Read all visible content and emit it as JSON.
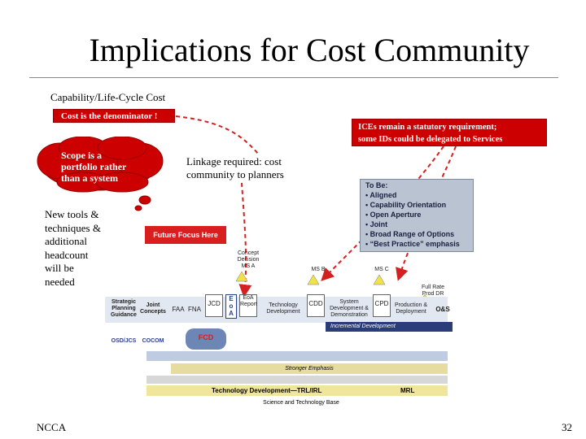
{
  "slide": {
    "title": "Implications for Cost Community",
    "subtitle": "Capability/Life-Cycle Cost",
    "callout_denominator": "Cost is the denominator !",
    "callout_ices_line1": "ICEs remain a statutory requirement;",
    "callout_ices_line2": "some IDs could be delegated to Services",
    "cloud_line1": "Scope is a",
    "cloud_line2": "portfolio rather",
    "cloud_line3": "than a system",
    "linkage_line1": "Linkage required: cost",
    "linkage_line2": "community to planners",
    "newtools": [
      "New tools &",
      "techniques &",
      "additional",
      "headcount",
      "will be",
      "needed"
    ],
    "footer_left": "NCCA",
    "page_number": "32"
  },
  "diagram": {
    "tobe_heading": "To Be:",
    "tobe_items": [
      "• Aligned",
      "• Capability Orientation",
      "• Open Aperture",
      "• Joint",
      "• Broad Range of Options",
      "• “Best Practice” emphasis"
    ],
    "future_focus": "Future Focus Here",
    "concept_decision_1": "Concept",
    "concept_decision_2": "Decision",
    "concept_decision_3": "MS A",
    "ms_b": "MS B",
    "ms_c": "MS C",
    "frp_1": "Full Rate",
    "frp_2": "Prod DR",
    "strategic_1": "Strategic",
    "strategic_2": "Planning",
    "strategic_3": "Guidance",
    "joint_1": "Joint",
    "joint_2": "Concepts",
    "faa": "FAA",
    "fna": "FNA",
    "jcd": "JCD",
    "eoa": "EoA",
    "eoa_report": "Report",
    "tech_dev_1": "Technology",
    "tech_dev_2": "Development",
    "cdd": "CDD",
    "sdd_1": "System",
    "sdd_2": "Development &",
    "sdd_3": "Demonstration",
    "cpd": "CPD",
    "prod_1": "Production &",
    "prod_2": "Deployment",
    "os": "O&S",
    "osd": "OSD/JCS",
    "cocom": "COCOM",
    "fcd": "FCD",
    "incremental": "Incremental Development",
    "stronger": "Stronger Emphasis",
    "techdev_bar": "Technology Development—TRL/IRL",
    "mrl": "MRL",
    "scibase": "Science and Technology Base"
  }
}
